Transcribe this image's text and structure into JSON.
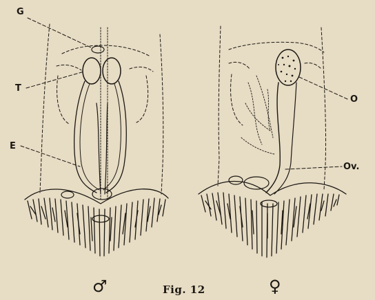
{
  "labels": {
    "g": "G",
    "t": "T",
    "e": "E",
    "o": "O",
    "ov": "Ov."
  },
  "symbols": {
    "male": "♂",
    "female": "♀"
  },
  "caption": "Fig. 12",
  "colors": {
    "paper": "#e7dcc4",
    "ink": "#1a1712"
  }
}
